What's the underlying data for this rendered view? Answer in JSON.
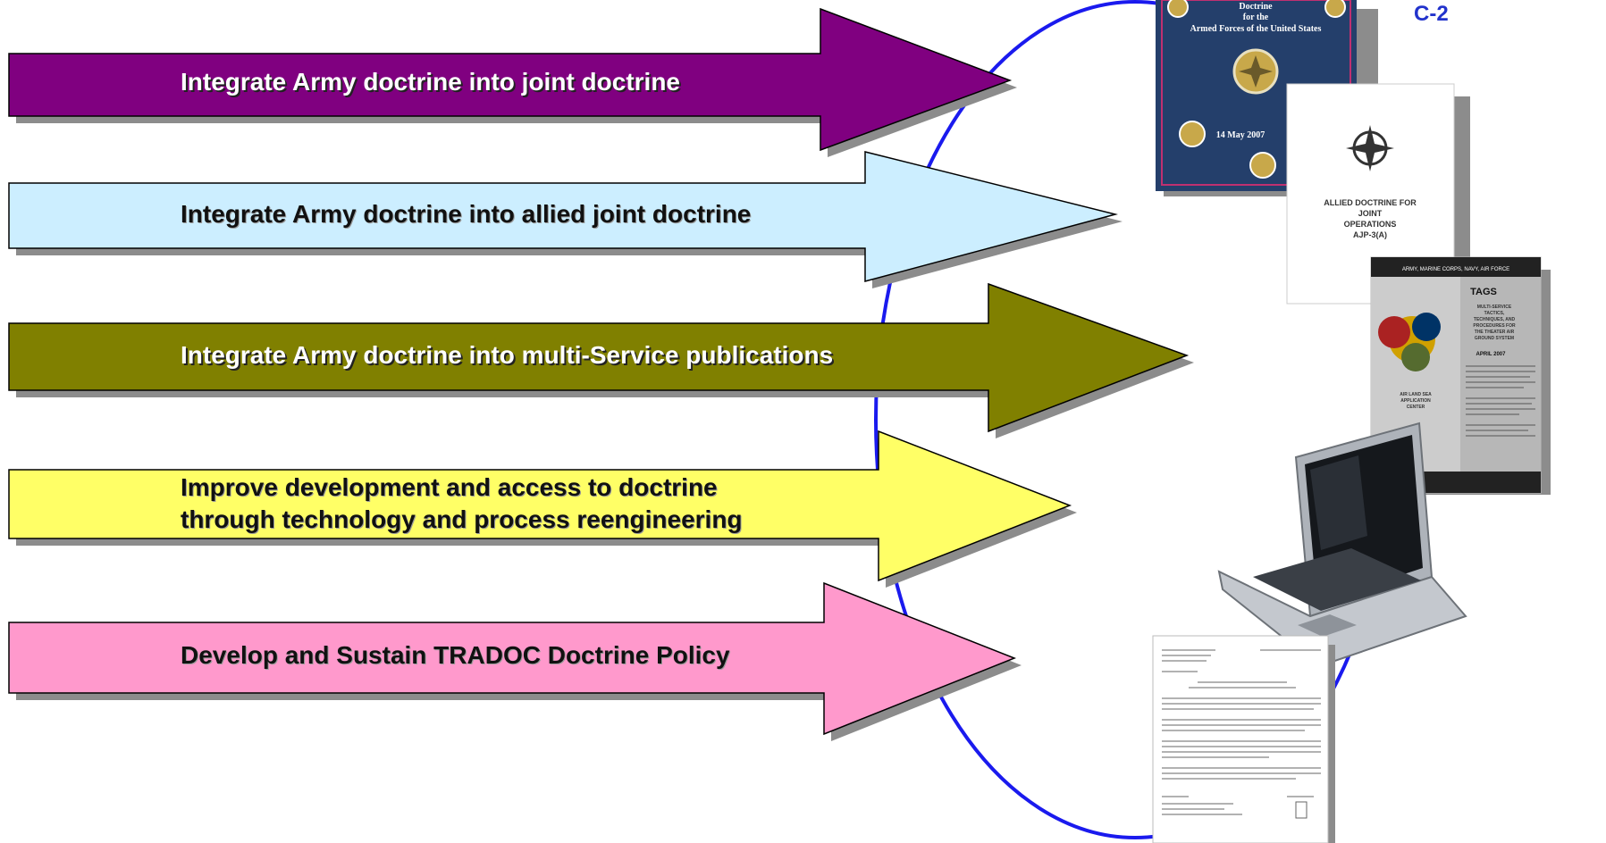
{
  "slide_id": "C-2",
  "arrows": [
    {
      "label_lines": [
        "Integrate Army doctrine into joint doctrine"
      ],
      "fill": "#800080",
      "text_color": "light"
    },
    {
      "label_lines": [
        "Integrate Army doctrine into allied joint doctrine"
      ],
      "fill": "#cceeff",
      "text_color": "dark"
    },
    {
      "label_lines": [
        "Integrate Army doctrine into multi-Service publications"
      ],
      "fill": "#808000",
      "text_color": "light"
    },
    {
      "label_lines": [
        "Improve development and access to doctrine",
        "through technology and process reengineering"
      ],
      "fill": "#ffff66",
      "text_color": "dark"
    },
    {
      "label_lines": [
        "Develop and Sustain TRADOC Doctrine Policy"
      ],
      "fill": "#ff99cc",
      "text_color": "dark"
    }
  ],
  "documents": {
    "joint_doctrine": {
      "title_lines": [
        "Doctrine",
        "for the",
        "Armed Forces of the United States"
      ],
      "date": "14 May 2007",
      "cover_color": "#243f6b"
    },
    "allied_doctrine": {
      "title_lines": [
        "ALLIED DOCTRINE FOR",
        "JOINT",
        "OPERATIONS",
        "AJP-3(A)"
      ]
    },
    "tags": {
      "header": "ARMY, MARINE CORPS, NAVY, AIR FORCE",
      "title": "TAGS",
      "subtitle_lines": [
        "MULTI-SERVICE",
        "TACTICS,",
        "TECHNIQUES, AND",
        "PROCEDURES FOR",
        "THE THEATER AIR",
        "GROUND SYSTEM"
      ],
      "date": "APRIL 2007",
      "center_lines": [
        "AIR LAND SEA",
        "APPLICATION",
        "CENTER"
      ]
    }
  },
  "colors": {
    "ellipse": "#1a1aee",
    "shadow": "#8c8c8c"
  }
}
